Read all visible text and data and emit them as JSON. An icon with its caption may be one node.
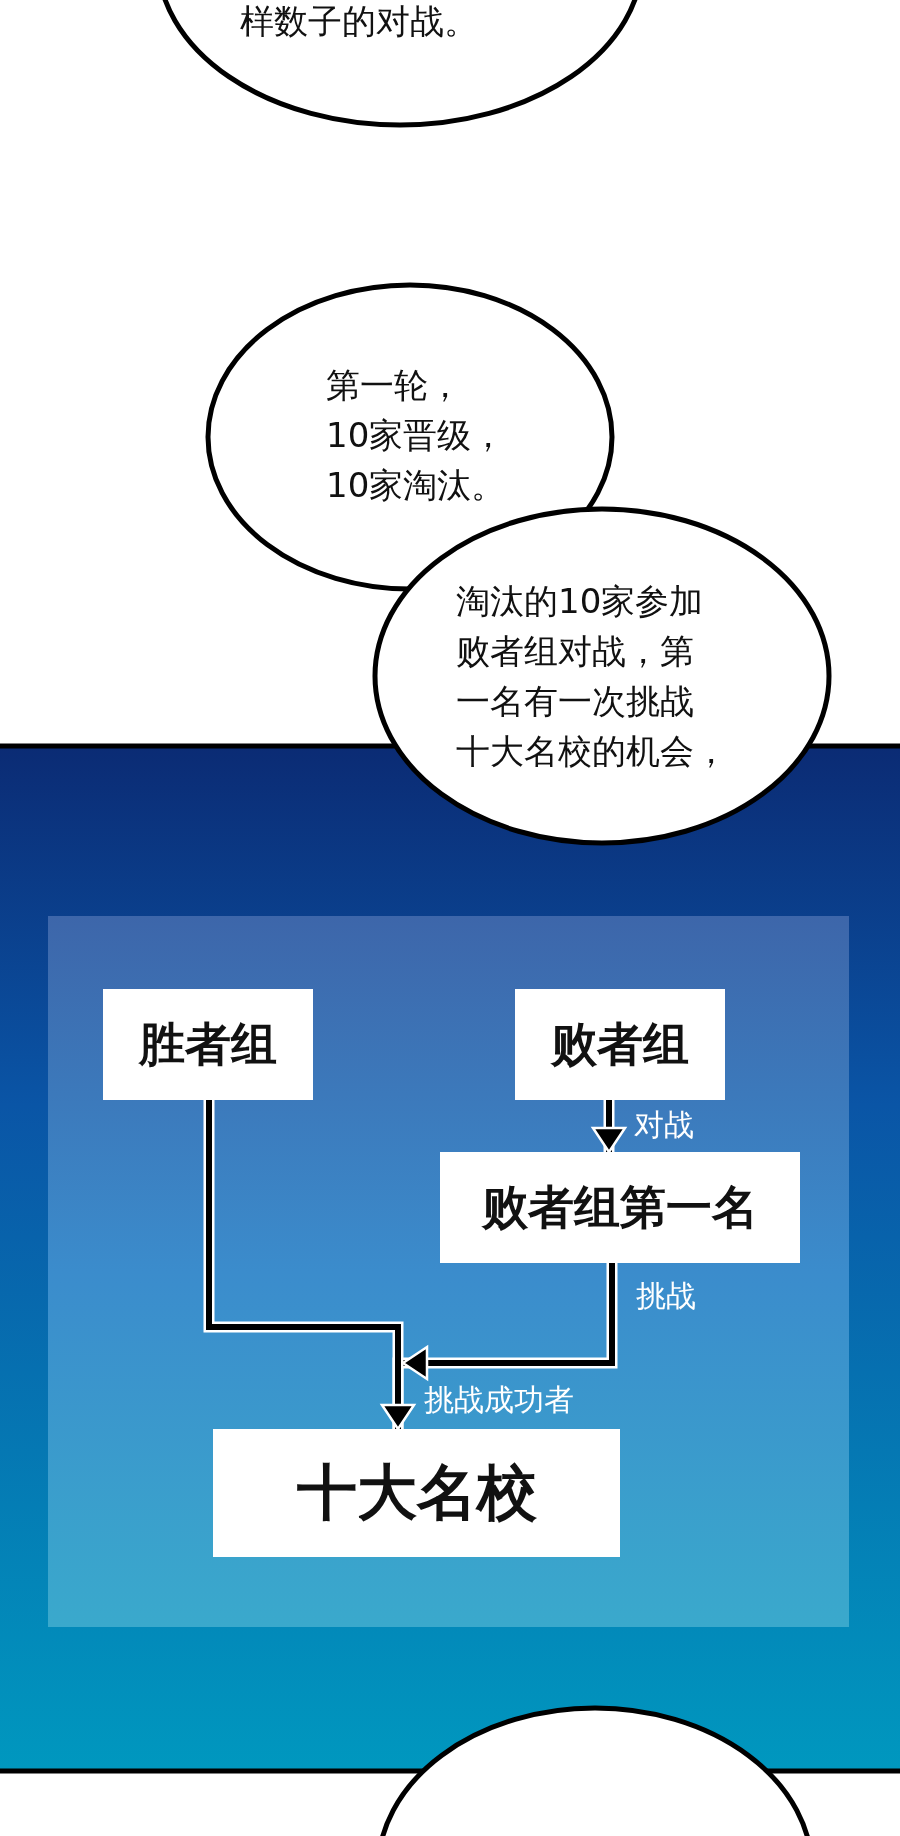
{
  "diagram": {
    "nodes": [
      {
        "text": [
          "样数子的对战。"
        ]
      },
      {
        "text": [
          "第一轮，10家晋级，10家淘汰。"
        ]
      },
      {
        "text": [
          "淘汰的10家参加败者组对战，第一名有一次挑战十大名校的机会，"
        ]
      },
      {
        "text": [
          "胜者组"
        ]
      },
      {
        "text": [
          "败者组"
        ]
      },
      {
        "text": [
          "败者组第一名"
        ]
      },
      {
        "text": [
          "十大名校"
        ]
      },
      {
        "text": [],
        "shape": "ellipse"
      }
    ],
    "edges": [
      {
        "from": 4,
        "to": 5,
        "arrow": "to",
        "label": "对战"
      },
      {
        "from": 3,
        "to": 6,
        "arrow": "to"
      },
      {
        "from": 5,
        "to": 6,
        "arrow": "to",
        "label": "挑战"
      }
    ],
    "labels": [
      "挑战成功者"
    ]
  }
}
